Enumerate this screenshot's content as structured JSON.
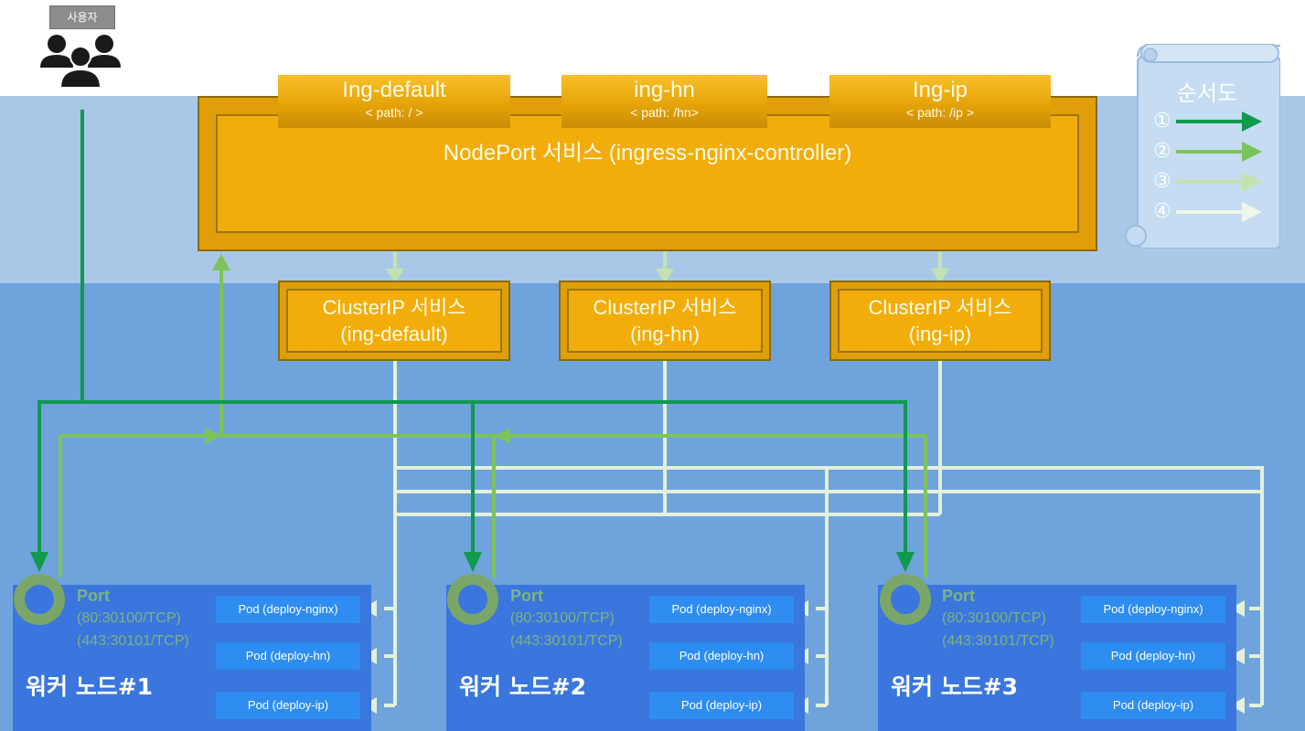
{
  "user": {
    "label": "사용자",
    "icon": "users-icon"
  },
  "nodeport": {
    "title": "NodePort 서비스 (ingress-nginx-controller)",
    "ingresses": [
      {
        "name": "Ing-default",
        "path": "< path: / >"
      },
      {
        "name": "ing-hn",
        "path": "< path: /hn>"
      },
      {
        "name": "Ing-ip",
        "path": "< path: /ip >"
      }
    ]
  },
  "clusterip": [
    {
      "line1": "ClusterIP 서비스",
      "line2": "(ing-default)"
    },
    {
      "line1": "ClusterIP 서비스",
      "line2": "(ing-hn)"
    },
    {
      "line1": "ClusterIP 서비스",
      "line2": "(ing-ip)"
    }
  ],
  "legend": {
    "title": "순서도",
    "steps": [
      {
        "num": "①",
        "color": "#0f9a4c"
      },
      {
        "num": "②",
        "color": "#7cc35a"
      },
      {
        "num": "③",
        "color": "#b9dca1"
      },
      {
        "num": "④",
        "color": "#e3f1da"
      }
    ]
  },
  "workers": [
    {
      "title": "워커 노드#1",
      "port_label": "Port",
      "port_http": "(80:30100/TCP)",
      "port_https": "(443:30101/TCP)",
      "pods": [
        "Pod (deploy-nginx)",
        "Pod (deploy-hn)",
        "Pod (deploy-ip)"
      ]
    },
    {
      "title": "워커 노드#2",
      "port_label": "Port",
      "port_http": "(80:30100/TCP)",
      "port_https": "(443:30101/TCP)",
      "pods": [
        "Pod (deploy-nginx)",
        "Pod (deploy-hn)",
        "Pod (deploy-ip)"
      ]
    },
    {
      "title": "워커 노드#3",
      "port_label": "Port",
      "port_http": "(80:30100/TCP)",
      "port_https": "(443:30101/TCP)",
      "pods": [
        "Pod (deploy-nginx)",
        "Pod (deploy-hn)",
        "Pod (deploy-ip)"
      ]
    }
  ],
  "colors": {
    "step1": "#0f9a4c",
    "step2": "#7cc35a",
    "step3": "#c4e2b0",
    "step4": "#e3f1da",
    "service": "#f2ad0a",
    "node": "#3a76dd",
    "pod": "#2d8df0"
  }
}
